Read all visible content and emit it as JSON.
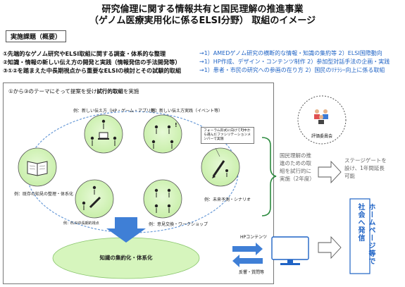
{
  "header": {
    "title_line1": "研究倫理に関する情報共有と国民理解の推進事業",
    "title_line2": "（ゲノム医療実用化に係るELSI分野） 取組のイメージ"
  },
  "section_tag": "実施課題（概要）",
  "tasks": [
    "①先端的なゲノム研究やELSI取組に関する調査・体系的な整理",
    "②知識・情報の新しい伝え方の開発と実践（情報発信の手法開発等）",
    "③①②を踏まえた中長期視点から重要なELSIの検討とその試験的取組"
  ],
  "task_notes": [
    "→1）AMEDゲノム研究の横断的な情報・知識の集約等 2）ELSI国際動向",
    "→1）HP作成、デザイン・コンテンツ制作 2）参加型対話手法の企画・実践",
    "→1）患者・市民の研究への参画の在り方 2）国民のﾘﾃﾗｼｰ向上に係る取組"
  ],
  "diagram": {
    "intro_prefix": "①から③のテーマにそって提案を受け",
    "intro_emphasis": "試行的取組",
    "intro_suffix": "を実施",
    "labels": {
      "new_hp": "例：新しい伝え方（HP・ゲーム・アプリ等）",
      "new_event": "例：新しい伝え方実践（イベント等）",
      "existing_knowledge": "例：既存の知見の整理・体系化",
      "future_forecast": "例：未来予測・シナリオ",
      "elsi_longterm": "例：ELSI中長期的視点",
      "opinion_exchange": "例：意見交換・ワークショップ"
    },
    "forum_note": "フォーラム形式に向けてPJ中から選んだファシリテーションメンバーで実施",
    "knowledge_ellipse": "知識の集約化・体系化",
    "evaluation_committee": "評価委員会"
  },
  "right_panel": {
    "promotion_text": "国民理解の推進のための取組を試行的に実施（2年度）",
    "stage_gate": "ステージゲートを設け、1年間延長可能",
    "hp_contents": "HPコンテンツ",
    "feedback": "反響・質問等",
    "homepage_broadcast": "ホームページ等で社会へ発信"
  },
  "colors": {
    "accent_blue": "#1f63c5",
    "node_fill": "#d3f3b8",
    "ellipse_fill": "#d6f5bd",
    "arrow_blue": "#3f7fd6",
    "green_stroke": "#2b8a3e"
  }
}
